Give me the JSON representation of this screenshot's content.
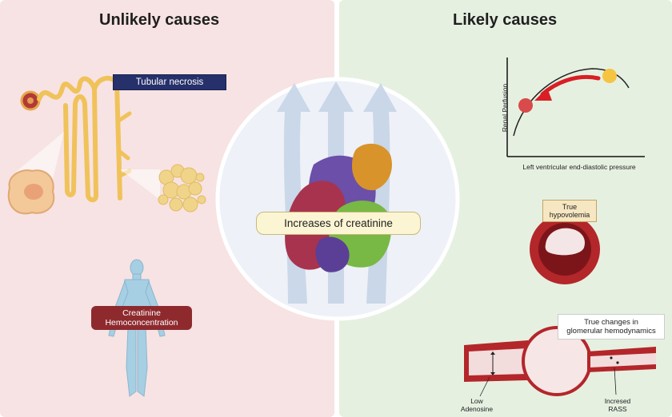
{
  "left_panel": {
    "title": "Unlikely causes",
    "tubular_label": "Tubular necrosis",
    "creatinine_hemo_label": "Creatinine\nHemoconcentration"
  },
  "center": {
    "label": "Increases of creatinine"
  },
  "right_panel": {
    "title": "Likely causes",
    "chart": {
      "ylabel": "Renal Perfusion",
      "xlabel": "Left ventricular end-diastolic pressure"
    },
    "hypovolemia_label": "True\nhypovolemia",
    "glomerular_label": "True changes in\nglomerular hemodynamics",
    "low_adenosine_label": "Low\nAdenosine",
    "increased_rass_label": "Incresed\nRASS"
  },
  "colors": {
    "left_bg": "#f7e3e3",
    "right_bg": "#e6f0e1",
    "tag_blue": "#26306b",
    "tag_red": "#8e2a2e",
    "tubule": "#f0c25a",
    "arrow_red": "#d81f26",
    "vessel_red": "#9b1f24"
  },
  "icons": [
    "kidney-tubule-icon",
    "necrotic-cell-icon",
    "cell-debris-icon",
    "human-figure-icon",
    "creatinine-molecule-icon",
    "up-arrow-icon",
    "blood-vessel-cross-section-icon",
    "glomerulus-vessel-icon"
  ]
}
